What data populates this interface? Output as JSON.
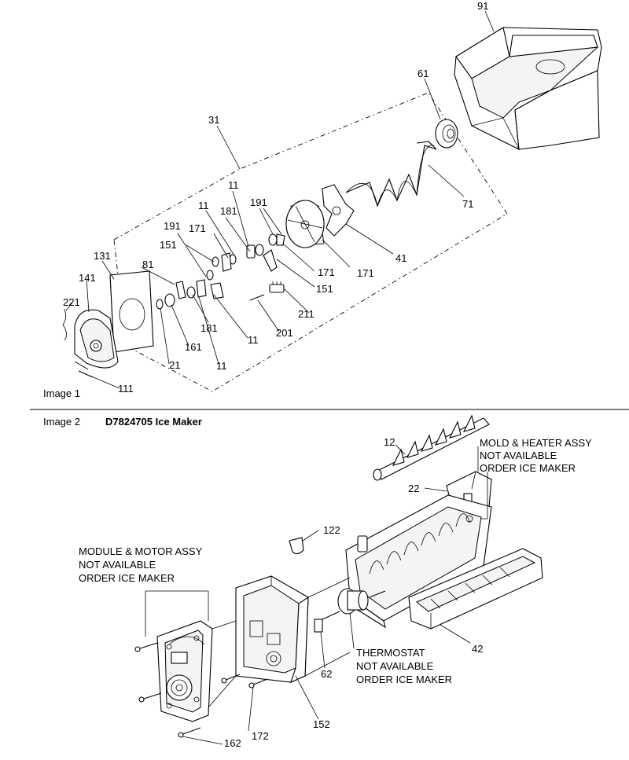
{
  "image1": {
    "caption": "Image 1",
    "callouts": [
      "91",
      "61",
      "31",
      "71",
      "11",
      "181",
      "191",
      "11",
      "191",
      "171",
      "41",
      "131",
      "151",
      "171",
      "81",
      "171",
      "141",
      "151",
      "181",
      "211",
      "221",
      "11",
      "201",
      "161",
      "21",
      "11",
      "111"
    ]
  },
  "image2": {
    "caption": "Image 2",
    "title": "D7824705 Ice Maker",
    "callouts": [
      "12",
      "22",
      "122",
      "62",
      "42",
      "152",
      "172",
      "162"
    ],
    "notes": {
      "mold": [
        "MOLD & HEATER ASSY",
        "NOT AVAILABLE",
        "ORDER ICE MAKER"
      ],
      "module": [
        "MODULE & MOTOR ASSY",
        "NOT AVAILABLE",
        "ORDER ICE MAKER"
      ],
      "thermostat": [
        "THERMOSTAT",
        "NOT AVAILABLE",
        "ORDER ICE MAKER"
      ]
    }
  }
}
